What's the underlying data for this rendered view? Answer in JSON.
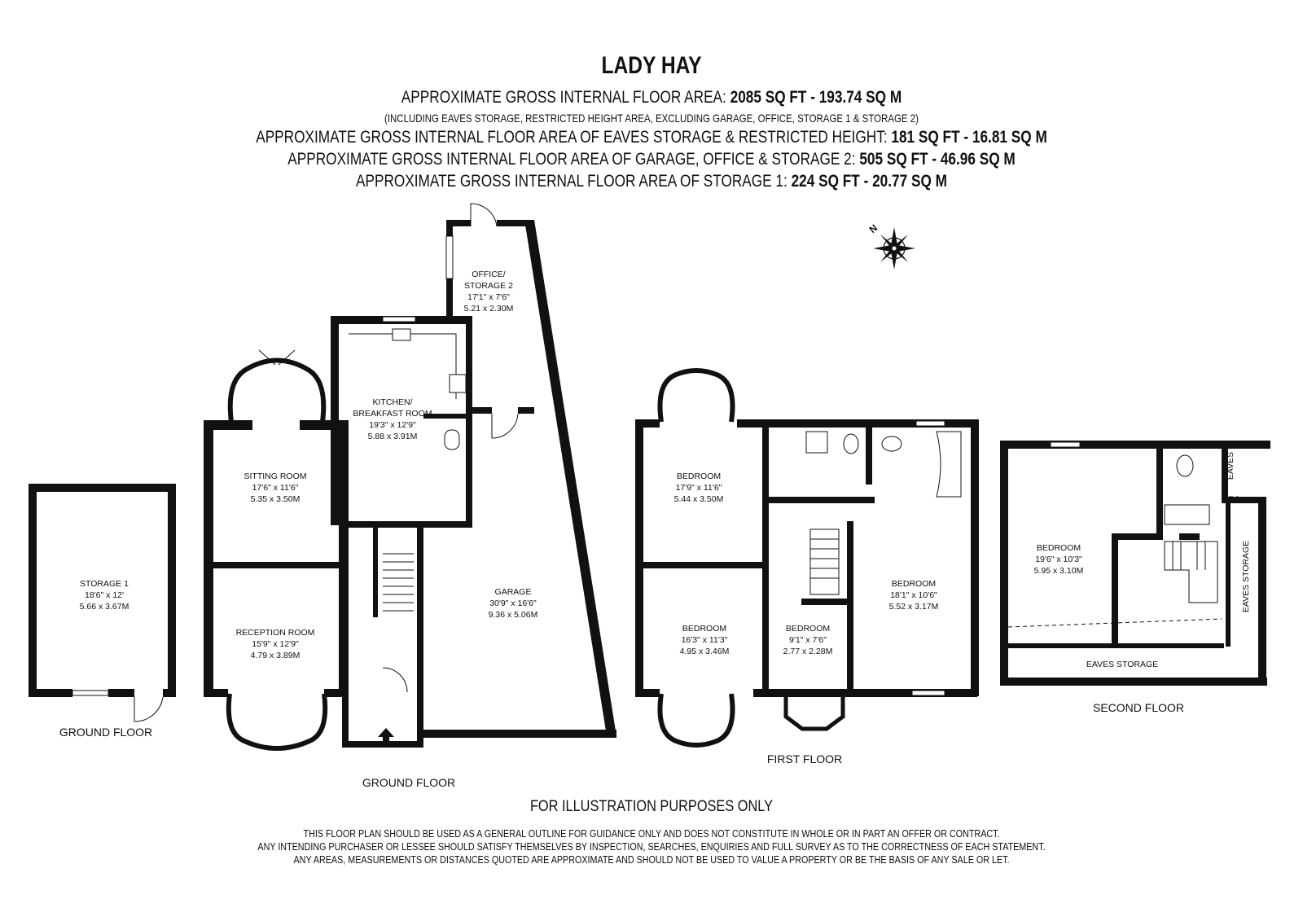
{
  "header": {
    "title": "LADY HAY",
    "line1_label": "APPROXIMATE GROSS INTERNAL FLOOR AREA:",
    "line1_value": "2085 SQ FT  -  193.74 SQ M",
    "line2": "(INCLUDING EAVES STORAGE, RESTRICTED HEIGHT AREA, EXCLUDING GARAGE, OFFICE, STORAGE 1 & STORAGE 2)",
    "line3_label": "APPROXIMATE GROSS INTERNAL FLOOR AREA OF EAVES STORAGE & RESTRICTED HEIGHT:",
    "line3_value": "181 SQ FT  -  16.81 SQ M",
    "line4_label": "APPROXIMATE GROSS INTERNAL FLOOR AREA OF GARAGE, OFFICE & STORAGE 2:",
    "line4_value": "505 SQ FT  -  46.96 SQ M",
    "line5_label": "APPROXIMATE GROSS INTERNAL FLOOR AREA OF STORAGE 1:",
    "line5_value": "224 SQ FT  -  20.77 SQ M"
  },
  "compass": {
    "label": "N"
  },
  "rooms": {
    "storage1": {
      "name": "STORAGE 1",
      "imperial": "18'6\" x 12'",
      "metric": "5.66 x 3.67M"
    },
    "office": {
      "name1": "OFFICE/",
      "name2": "STORAGE 2",
      "imperial": "17'1\" x 7'6\"",
      "metric": "5.21 x 2.30M"
    },
    "kitchen": {
      "name1": "KITCHEN/",
      "name2": "BREAKFAST ROOM",
      "imperial": "19'3\" x 12'9\"",
      "metric": "5.88 x 3.91M"
    },
    "sitting": {
      "name": "SITTING ROOM",
      "imperial": "17'6\" x 11'6\"",
      "metric": "5.35 x 3.50M"
    },
    "reception": {
      "name": "RECEPTION ROOM",
      "imperial": "15'9\" x 12'9\"",
      "metric": "4.79 x 3.89M"
    },
    "garage": {
      "name": "GARAGE",
      "imperial": "30'9\" x 16'6\"",
      "metric": "9.36 x 5.06M"
    },
    "bed1": {
      "name": "BEDROOM",
      "imperial": "17'9\" x 11'6\"",
      "metric": "5.44 x 3.50M"
    },
    "bed2": {
      "name": "BEDROOM",
      "imperial": "16'3\" x 11'3\"",
      "metric": "4.95 x 3.46M"
    },
    "bed3": {
      "name": "BEDROOM",
      "imperial": "9'1\" x 7'6\"",
      "metric": "2.77 x 2.28M"
    },
    "bed4": {
      "name": "BEDROOM",
      "imperial": "18'1\" x 10'6\"",
      "metric": "5.52 x 3.17M"
    },
    "bed5": {
      "name": "BEDROOM",
      "imperial": "19'6\" x 10'3\"",
      "metric": "5.95 x 3.10M"
    },
    "eaves_bottom": {
      "name": "EAVES STORAGE"
    },
    "eaves_side": {
      "name": "EAVES STORAGE"
    },
    "eaves_top": {
      "name": "EAVES"
    }
  },
  "floors": {
    "ground_left": "GROUND FLOOR",
    "ground_main": "GROUND FLOOR",
    "first": "FIRST FLOOR",
    "second": "SECOND FLOOR"
  },
  "footer": {
    "illustration": "FOR ILLUSTRATION PURPOSES ONLY",
    "disclaimer1": "THIS FLOOR PLAN SHOULD BE USED AS A GENERAL OUTLINE FOR GUIDANCE ONLY AND DOES NOT CONSTITUTE IN WHOLE OR IN PART AN OFFER OR CONTRACT.",
    "disclaimer2": "ANY INTENDING PURCHASER OR LESSEE SHOULD SATISFY THEMSELVES BY INSPECTION, SEARCHES, ENQUIRIES AND FULL SURVEY AS TO THE CORRECTNESS OF EACH STATEMENT.",
    "disclaimer3": "ANY AREAS, MEASUREMENTS OR DISTANCES QUOTED ARE APPROXIMATE AND SHOULD NOT BE USED TO VALUE A PROPERTY OR BE THE BASIS OF ANY SALE OR LET."
  }
}
